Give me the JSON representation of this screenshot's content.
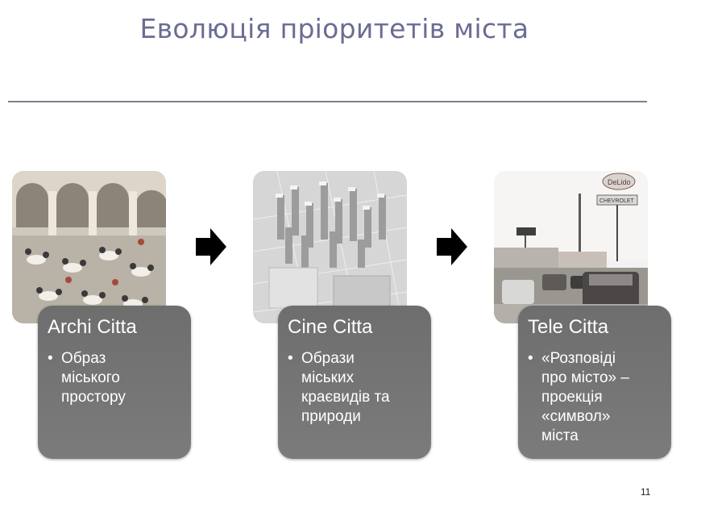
{
  "slide": {
    "title": "Еволюція пріоритетів міста",
    "page_number": "11"
  },
  "stages": [
    {
      "title": "Archi Citta",
      "bullet": "Образ\nміського\nпростору"
    },
    {
      "title": "Cine Citta",
      "bullet": "Образи\nміських\nкраєвидів та\nприроди"
    },
    {
      "title": "Tele Citta",
      "bullet": "«Розповіді\nпро місто» –\nпроекція\n«символ»\nміста"
    }
  ],
  "photos": [
    {
      "subject": "arcade-courtyard-cafe"
    },
    {
      "subject": "city-model-skyscrapers"
    },
    {
      "subject": "street-with-signs",
      "sign_texts": [
        "DeLido",
        "CHEVROLET"
      ]
    }
  ],
  "colors": {
    "title": "#6b6c94",
    "card_bg": "#737373",
    "card_text": "#ffffff",
    "arrow": "#000000"
  }
}
